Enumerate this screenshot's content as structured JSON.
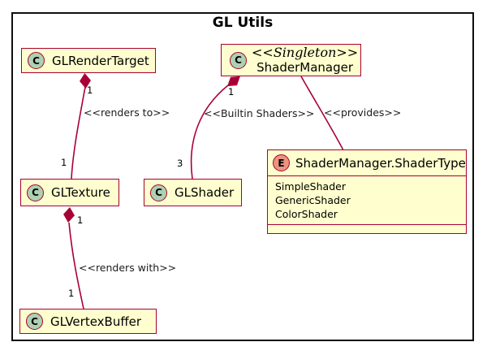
{
  "title": "GL Utils",
  "colors": {
    "node_fill": "#FEFECE",
    "node_border": "#A80036",
    "edge_line": "#A80036",
    "class_spot_fill": "#ADD1B2",
    "enum_spot_fill": "#EB937F",
    "frame_border": "#0e0e0e"
  },
  "nodes": {
    "gl_render_target": {
      "spot": "C",
      "name": "GLRenderTarget"
    },
    "shader_manager": {
      "spot": "C",
      "stereotype": "<<Singleton>>",
      "name": "ShaderManager"
    },
    "gl_texture": {
      "spot": "C",
      "name": "GLTexture"
    },
    "gl_shader": {
      "spot": "C",
      "name": "GLShader"
    },
    "gl_vertex_buffer": {
      "spot": "C",
      "name": "GLVertexBuffer"
    },
    "shader_type_enum": {
      "spot": "E",
      "name": "ShaderManager.ShaderType",
      "values": [
        "SimpleShader",
        "GenericShader",
        "ColorShader"
      ]
    }
  },
  "edges": {
    "renders_to": {
      "label": "<<renders to>>",
      "source_mult": "1",
      "target_mult": "1"
    },
    "builtin_shaders": {
      "label": "<<Builtin Shaders>>",
      "source_mult": "1",
      "target_mult": "3"
    },
    "provides": {
      "label": "<<provides>>"
    },
    "renders_with": {
      "label": "<<renders with>>",
      "source_mult": "1",
      "target_mult": "1"
    }
  }
}
